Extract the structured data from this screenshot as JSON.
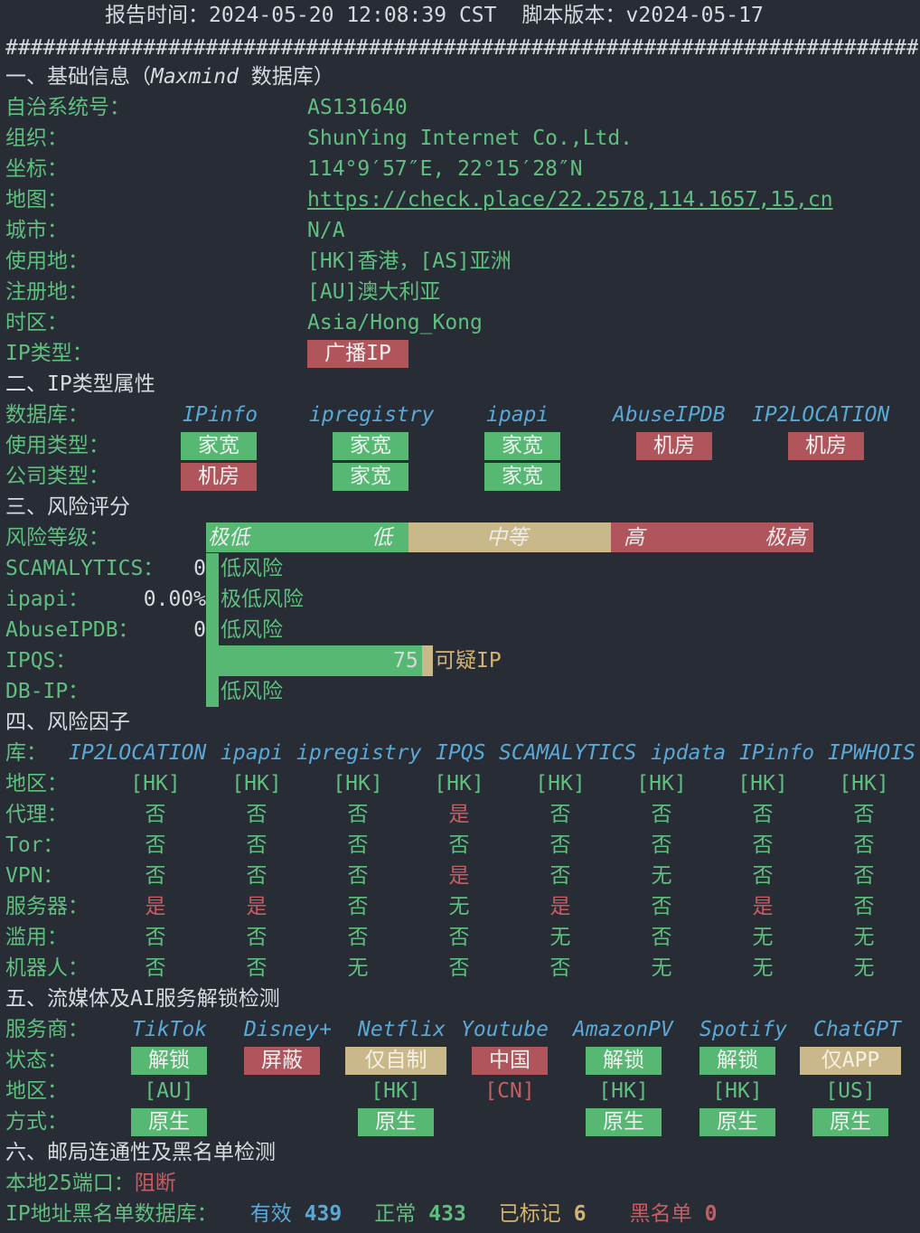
{
  "header": {
    "report_time_label": "报告时间：",
    "report_time": "2024-05-20 12:08:39 CST",
    "script_version_label": "脚本版本：",
    "script_version": "v2024-05-17"
  },
  "separator": "############################################################################################",
  "basic": {
    "title": "一、基础信息（",
    "title_db": "Maxmind",
    "title_db_suffix": " 数据库）",
    "rows": [
      {
        "label": "自治系统号：",
        "value": "AS131640"
      },
      {
        "label": "组织：",
        "value": "ShunYing Internet Co.,Ltd."
      },
      {
        "label": "坐标：",
        "value": "114°9′57″E, 22°15′28″N"
      },
      {
        "label": "地图：",
        "value": "https://check.place/22.2578,114.1657,15,cn"
      },
      {
        "label": "城市：",
        "value": "N/A"
      },
      {
        "label": "使用地：",
        "value": "[HK]香港，[AS]亚洲"
      },
      {
        "label": "注册地：",
        "value": "[AU]澳大利亚"
      },
      {
        "label": "时区：",
        "value": "Asia/Hong_Kong"
      },
      {
        "label": "IP类型：",
        "value": "广播IP"
      }
    ]
  },
  "ip_type": {
    "title": "二、IP类型属性",
    "db_label": "数据库：",
    "dbs": [
      "IPinfo",
      "ipregistry",
      "ipapi",
      "AbuseIPDB",
      "IP2LOCATION"
    ],
    "usage_label": "使用类型：",
    "usage": [
      "家宽",
      "家宽",
      "家宽",
      "机房",
      "机房"
    ],
    "company_label": "公司类型：",
    "company": [
      "机房",
      "家宽",
      "家宽"
    ]
  },
  "risk": {
    "title": "三、风险评分",
    "level_label": "风险等级：",
    "scale": [
      "极低",
      "低",
      "中等",
      "高",
      "极高"
    ],
    "scores": [
      {
        "source": "SCAMALYTICS：",
        "score": "0",
        "fraction": 0,
        "verdict": "低风险"
      },
      {
        "source": "ipapi：",
        "score": "0.00%",
        "fraction": 0,
        "verdict": "极低风险"
      },
      {
        "source": "AbuseIPDB：",
        "score": "0",
        "fraction": 0,
        "verdict": "低风险"
      },
      {
        "source": "IPQS：",
        "score": "75",
        "fraction": 0.75,
        "verdict": "可疑IP"
      },
      {
        "source": "DB-IP：",
        "score": "",
        "fraction": 0,
        "verdict": "低风险"
      }
    ]
  },
  "factors": {
    "title": "四、风险因子",
    "lib_label": "库：",
    "libs": [
      "IP2LOCATION",
      "ipapi",
      "ipregistry",
      "IPQS",
      "SCAMALYTICS",
      "ipdata",
      "IPinfo",
      "IPWHOIS"
    ],
    "rows": [
      {
        "label": "地区：",
        "values": [
          "[HK]",
          "[HK]",
          "[HK]",
          "[HK]",
          "[HK]",
          "[HK]",
          "[HK]",
          "[HK]"
        ]
      },
      {
        "label": "代理：",
        "values": [
          "否",
          "否",
          "否",
          "是",
          "否",
          "否",
          "否",
          "否"
        ]
      },
      {
        "label": "Tor：",
        "values": [
          "否",
          "否",
          "否",
          "否",
          "否",
          "否",
          "否",
          "否"
        ]
      },
      {
        "label": "VPN：",
        "values": [
          "否",
          "否",
          "否",
          "是",
          "否",
          "无",
          "否",
          "否"
        ]
      },
      {
        "label": "服务器：",
        "values": [
          "是",
          "是",
          "否",
          "无",
          "是",
          "否",
          "是",
          "否"
        ]
      },
      {
        "label": "滥用：",
        "values": [
          "否",
          "否",
          "否",
          "否",
          "无",
          "否",
          "无",
          "无"
        ]
      },
      {
        "label": "机器人：",
        "values": [
          "否",
          "否",
          "无",
          "否",
          "否",
          "无",
          "无",
          "无"
        ]
      }
    ]
  },
  "media": {
    "title": "五、流媒体及AI服务解锁检测",
    "service_label": "服务商：",
    "services": [
      "TikTok",
      "Disney+",
      "Netflix",
      "Youtube",
      "AmazonPV",
      "Spotify",
      "ChatGPT"
    ],
    "status_label": "状态：",
    "status": [
      "解锁",
      "屏蔽",
      "仅自制",
      "中国",
      "解锁",
      "解锁",
      "仅APP"
    ],
    "region_label": "地区：",
    "regions": [
      "[AU]",
      "",
      "[HK]",
      "[CN]",
      "[HK]",
      "[HK]",
      "[US]"
    ],
    "method_label": "方式：",
    "methods": [
      "原生",
      "",
      "原生",
      "",
      "原生",
      "原生",
      "原生"
    ]
  },
  "mail": {
    "title": "六、邮局连通性及黑名单检测",
    "port_label": "本地25端口：",
    "port_status": "阻断",
    "blacklist_label": "IP地址黑名单数据库：",
    "valid_label": "有效",
    "valid": "439",
    "normal_label": "正常",
    "normal": "433",
    "marked_label": "已标记",
    "marked": "6",
    "black_label": "黑名单",
    "black": "0"
  }
}
